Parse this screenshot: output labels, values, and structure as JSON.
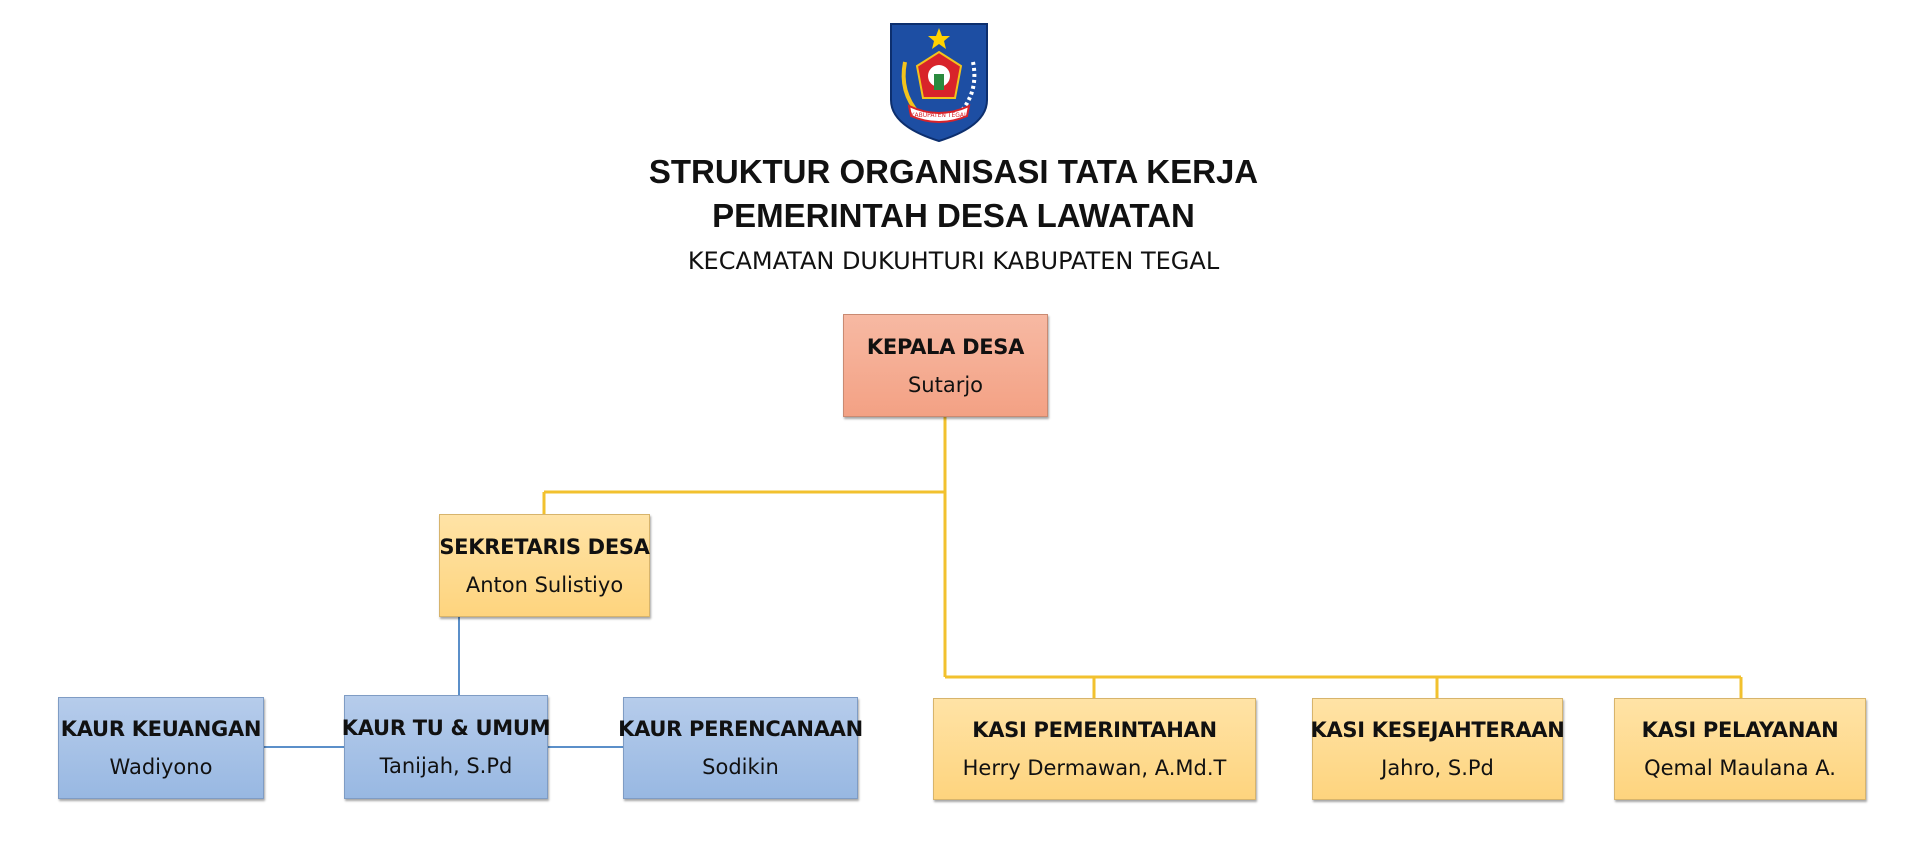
{
  "header": {
    "title_line1": "STRUKTUR ORGANISASI TATA KERJA",
    "title_line2": "PEMERINTAH DESA LAWATAN",
    "subtitle": "KECAMATAN DUKUHTURI KABUPATEN TEGAL",
    "logo_text": "KABUPATEN TEGAL"
  },
  "colors": {
    "head_box": "#f4a98d",
    "secretary_kasi_box": "#fed98c",
    "kaur_box": "#a6c2e7",
    "yellow_connector": "#f2c12e",
    "blue_connector": "#5b8fc9"
  },
  "org": {
    "head": {
      "role": "KEPALA DESA",
      "name": "Sutarjo"
    },
    "secretary": {
      "role": "SEKRETARIS DESA",
      "name": "Anton Sulistiyo"
    },
    "kaur": [
      {
        "role": "KAUR KEUANGAN",
        "name": "Wadiyono"
      },
      {
        "role": "KAUR TU & UMUM",
        "name": "Tanijah, S.Pd"
      },
      {
        "role": "KAUR PERENCANAAN",
        "name": "Sodikin"
      }
    ],
    "kasi": [
      {
        "role": "KASI PEMERINTAHAN",
        "name": "Herry Dermawan, A.Md.T"
      },
      {
        "role": "KASI KESEJAHTERAAN",
        "name": "Jahro, S.Pd"
      },
      {
        "role": "KASI PELAYANAN",
        "name": "Qemal Maulana A."
      }
    ]
  }
}
